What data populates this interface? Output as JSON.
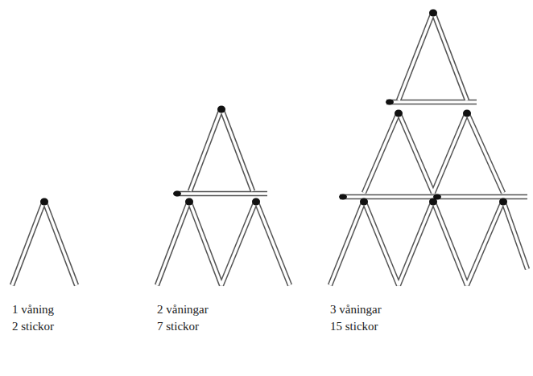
{
  "diagram": {
    "labels": [
      "1 våning",
      "2 stickor",
      "2 våningar",
      "7 stickor",
      "3 våningar",
      "15 stickor"
    ]
  }
}
